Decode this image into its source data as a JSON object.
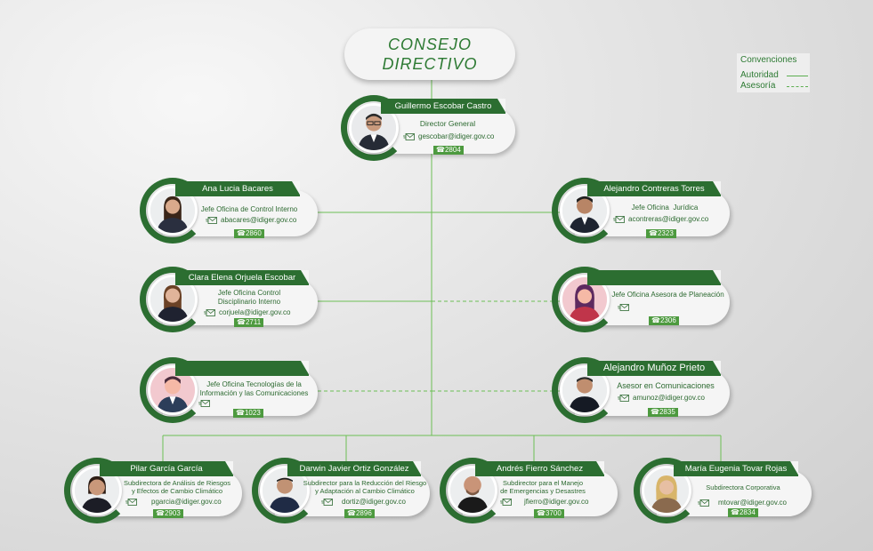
{
  "title": {
    "line1": "CONSEJO",
    "line2": "DIRECTIVO"
  },
  "legend": {
    "title": "Convenciones",
    "authority": "Autoridad",
    "advisory": "Asesoría"
  },
  "colors": {
    "green_dark": "#2c6e31",
    "green_line": "#5cae4f",
    "text_green": "#2d7a33"
  },
  "people": {
    "director": {
      "name": "Guillermo Escobar Castro",
      "role": "Director General",
      "email": "gescobar@idiger.gov.co",
      "ext": "2804",
      "photo": "person-male-glasses-icon"
    },
    "control_interno": {
      "name": "Ana Lucia Bacares",
      "role": "Jefe Oficina de Control Interno",
      "email": "abacares@idiger.gov.co",
      "ext": "2860",
      "photo": "person-female-icon"
    },
    "juridica": {
      "name": "Alejandro Contreras Torres",
      "role": "Jefe Oficina  Jurídica",
      "email": "acontreras@idiger.gov.co",
      "ext": "2323",
      "photo": "person-male-icon"
    },
    "disciplinario": {
      "name": "Clara Elena Orjuela Escobar",
      "role_line1": "Jefe Oficina Control",
      "role_line2": "Disciplinario Interno",
      "email": "corjuela@idiger.gov.co",
      "ext": "2711",
      "photo": "person-female-icon"
    },
    "planeacion": {
      "name": "",
      "role": "Jefe Oficina Asesora de Planeación",
      "email": "",
      "ext": "2306",
      "photo": "person-female-placeholder-icon"
    },
    "tic": {
      "name": "",
      "role_line1": "Jefe Oficina Tecnologías de la",
      "role_line2": "Información y las Comunicaciones",
      "email": "",
      "ext": "1023",
      "photo": "person-male-placeholder-icon"
    },
    "comunicaciones": {
      "name": "Alejandro Muñoz Prieto",
      "role": "Asesor en Comunicaciones",
      "email": "amunoz@idiger.gov.co",
      "ext": "2835",
      "photo": "person-male-icon"
    },
    "riesgos": {
      "name": "Pilar García García",
      "role_line1": "Subdirectora de Análisis de Riesgos",
      "role_line2": "y Efectos de Cambio Climático",
      "email": "pgarcia@idiger.gov.co",
      "ext": "2903",
      "photo": "person-female-icon"
    },
    "reduccion": {
      "name": "Darwin Javier Ortiz González",
      "role_line1": "Subdirector para la Reducción del Riesgo",
      "role_line2": "y Adaptación al Cambio Climático",
      "email": "dortiz@idiger.gov.co",
      "ext": "2896",
      "photo": "person-male-icon"
    },
    "emergencias": {
      "name": "Andrés Fierro Sánchez",
      "role_line1": "Subdirector para el Manejo",
      "role_line2": "de Emergencias y Desastres",
      "email": "jfierro@idiger.gov.co",
      "ext": "3700",
      "photo": "person-male-icon"
    },
    "corporativa": {
      "name": "María Eugenia Tovar Rojas",
      "role": "Subdirectora Corporativa",
      "email": "mtovar@idiger.gov.co",
      "ext": "2834",
      "photo": "person-female-icon"
    }
  }
}
